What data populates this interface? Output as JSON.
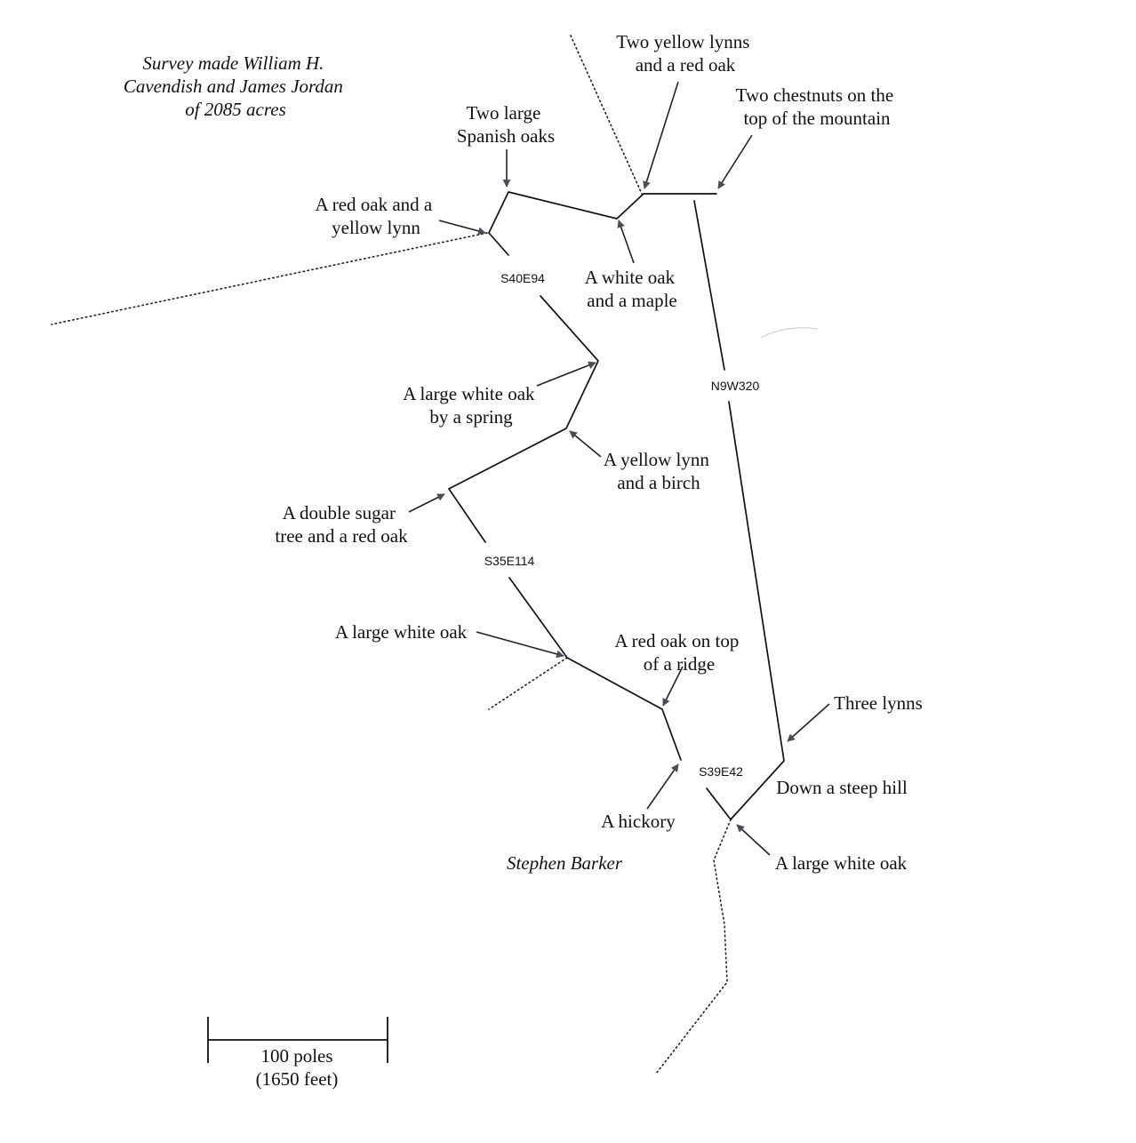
{
  "header": {
    "survey_note": [
      "Survey made William H.",
      "Cavendish and James Jordan",
      "of 2085 acres"
    ]
  },
  "corners": {
    "two_yellow_lynns": [
      "Two yellow lynns",
      "and a red oak"
    ],
    "two_chestnuts": [
      "Two chestnuts on the",
      "top of the mountain"
    ],
    "two_spanish_oaks": [
      "Two large",
      "Spanish oaks"
    ],
    "red_oak_yellow_lynn": [
      "A red oak and a",
      "yellow lynn"
    ],
    "white_oak_maple": [
      "A white oak",
      "and a maple"
    ],
    "large_white_oak_spring": [
      "A large white oak",
      "by a spring"
    ],
    "yellow_lynn_birch": [
      "A yellow lynn",
      "and a birch"
    ],
    "double_sugar_tree": [
      "A double sugar",
      "tree and a red oak"
    ],
    "large_white_oak_1": [
      "A large white oak"
    ],
    "red_oak_ridge": [
      "A red oak on top",
      "of a ridge"
    ],
    "three_lynns": [
      "Three lynns"
    ],
    "steep_hill": [
      "Down a steep hill"
    ],
    "hickory": [
      "A hickory"
    ],
    "large_white_oak_2": [
      "A large white oak"
    ]
  },
  "bearings": {
    "first": "S40E94",
    "second": "S35E114",
    "third": "S39E42",
    "fourth": "N9W320"
  },
  "adjoining_owner": "Stephen Barker",
  "scale_bar": {
    "label": "100 poles",
    "sublabel": "(1650 feet)"
  },
  "colors": {
    "ink": "#111111",
    "arrowhead": "#4a4d57",
    "background": "#ffffff"
  }
}
